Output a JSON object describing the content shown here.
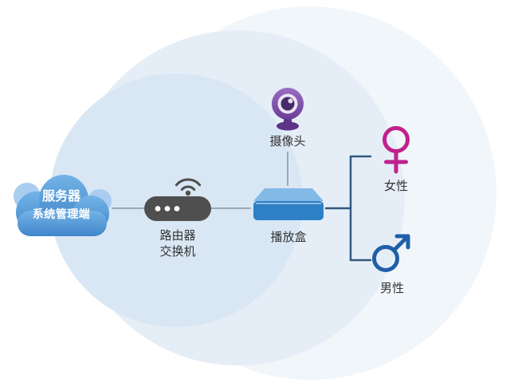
{
  "diagram": {
    "background": {
      "outer_circle_color": "#f1f6fb",
      "middle_circle_color": "#e5eef7",
      "inner_circle_color": "#d9e7f4"
    },
    "connector_color": "#9aa7b4",
    "bracket_color": "#33597f",
    "nodes": {
      "server": {
        "line1": "服务器",
        "line2": "系统管理端",
        "color": "#4a8fd2"
      },
      "router": {
        "line1": "路由器",
        "line2": "交换机",
        "color": "#4f4f4f"
      },
      "camera": {
        "label": "摄像头",
        "color": "#7b4ba6",
        "lens_color": "#472a6b"
      },
      "player": {
        "label": "播放盒",
        "color": "#2e80c6",
        "top_color": "#82b9e6"
      },
      "female": {
        "label": "女性",
        "color": "#c0218e"
      },
      "male": {
        "label": "男性",
        "color": "#1f5fa9"
      }
    }
  }
}
